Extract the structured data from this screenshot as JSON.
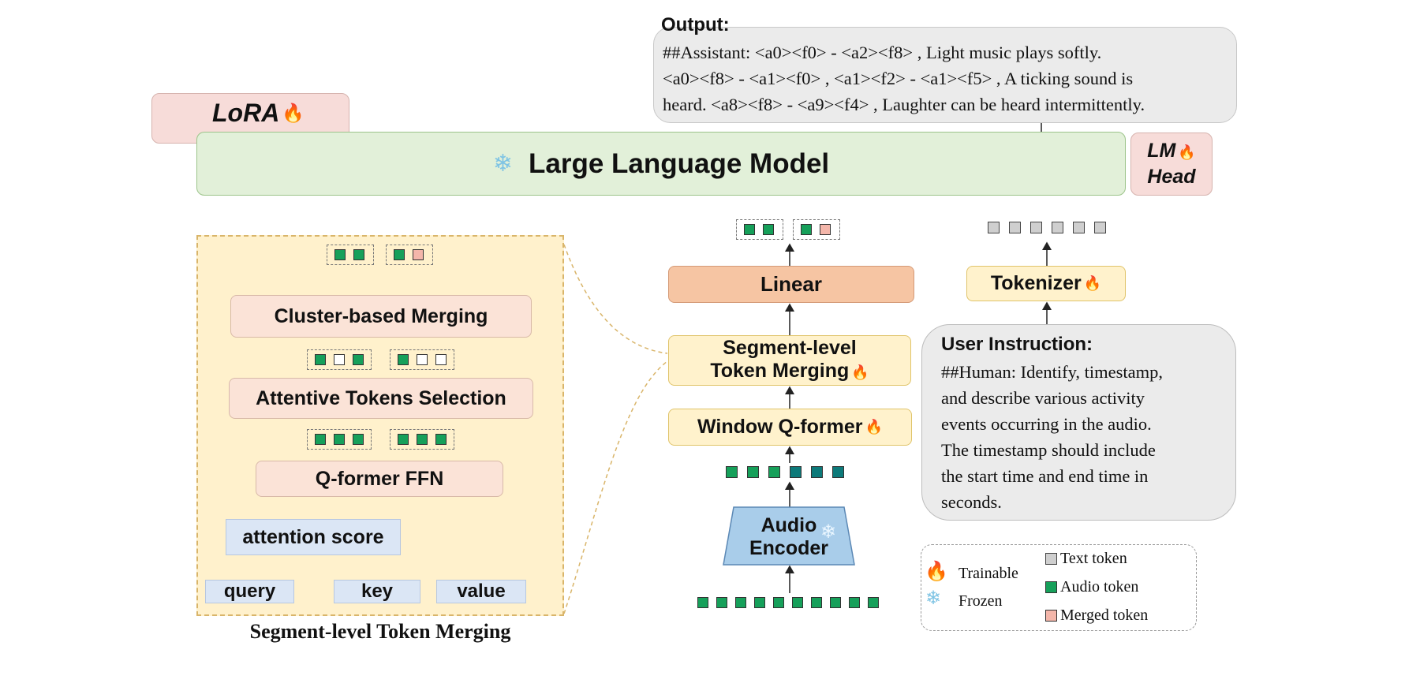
{
  "output": {
    "title": "Output:",
    "lines": [
      "##Assistant:  <a0><f0> - <a2><f8> , Light music plays softly.",
      "<a0><f8> - <a1><f0> , <a1><f2> - <a1><f5> , A ticking sound is",
      "heard. <a8><f8> - <a9><f4> , Laughter can be heard intermittently."
    ]
  },
  "lora": {
    "label": "LoRA",
    "icon": "fire-icon"
  },
  "llm": {
    "label": "Large Language Model",
    "icon": "snowflake-icon"
  },
  "lm_head": {
    "line1": "LM",
    "line2": "Head",
    "icon": "fire-icon"
  },
  "segment_panel": {
    "cluster_merging": "Cluster-based Merging",
    "attentive_selection": "Attentive Tokens Selection",
    "qformer_ffn": "Q-former FFN",
    "attention_score": "attention score",
    "query": "query",
    "key": "key",
    "value": "value",
    "caption": "Segment-level Token Merging"
  },
  "pipeline": {
    "linear": "Linear",
    "segment_merging_line1": "Segment-level",
    "segment_merging_line2": "Token Merging",
    "window_qformer": "Window Q-former",
    "audio_encoder_line1": "Audio",
    "audio_encoder_line2": "Encoder"
  },
  "tokenizer": {
    "label": "Tokenizer",
    "icon": "fire-icon"
  },
  "user_instruction": {
    "title": "User Instruction:",
    "lines": [
      "##Human:  Identify, timestamp,",
      "and describe various activity",
      "events occurring in the audio.",
      "The timestamp should include",
      "the start time and end time in",
      "seconds."
    ]
  },
  "legend": {
    "trainable": "Trainable",
    "frozen": "Frozen",
    "text_token": "Text token",
    "audio_token": "Audio token",
    "merged_token": "Merged token"
  },
  "colors": {
    "audio_token": "#16a05a",
    "merged_token": "#f4b6aa",
    "text_token": "#cfcfcf",
    "llm_fill": "#e2f0d9",
    "panel_fill": "#fff1cc"
  }
}
